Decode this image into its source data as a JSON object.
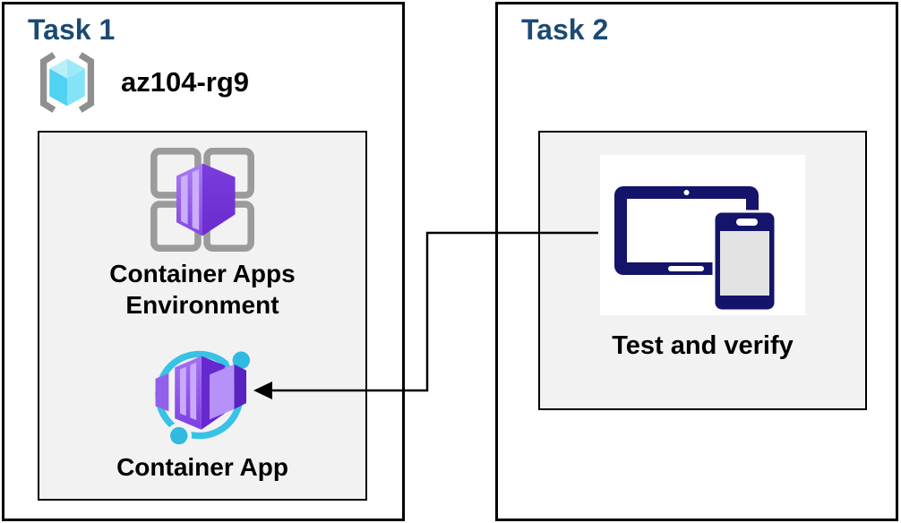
{
  "task1": {
    "title": "Task 1",
    "resource_group_name": "az104-rg9",
    "environment_label_line1": "Container Apps",
    "environment_label_line2": "Environment",
    "app_label": "Container App"
  },
  "task2": {
    "title": "Task 2",
    "verify_label": "Test and verify"
  },
  "connector": {
    "type": "elbow-arrow",
    "direction": "from Task 2 devices icon to Container App icon",
    "arrowhead": "left-pointing solid triangle"
  },
  "icons": {
    "resource_group": "azure-resource-group-icon",
    "environment": "container-apps-environment-icon",
    "app": "container-app-icon",
    "devices": "tablet-and-phone-icon"
  },
  "colors": {
    "title_navy": "#1b4a73",
    "box_border": "#000000",
    "inner_panel_fill": "#f2f2f2",
    "device_navy": "#14146b",
    "device_screen_gray": "#e3e3e3",
    "icon_cyan": "#38c2e5",
    "rg_cube_cyan_light": "#b9eefb",
    "rg_cube_cyan": "#50d2f3",
    "rg_bracket_gray": "#8f8f8f",
    "frame_gray": "#9b9b9b",
    "purple_front": "#a471f1",
    "purple_dark": "#6628cf",
    "purple_stripe": "#c9aafa",
    "connector_black": "#000000"
  }
}
